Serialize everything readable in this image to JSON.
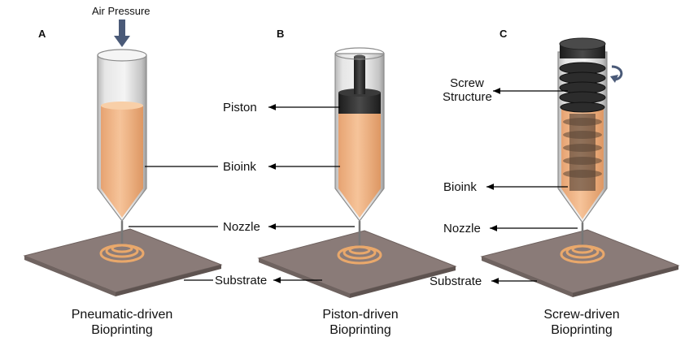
{
  "panels": [
    "A",
    "B",
    "C"
  ],
  "air_pressure": "Air Pressure",
  "labels": {
    "piston": "Piston",
    "screw_line1": "Screw",
    "screw_line2": "Structure",
    "bioink": "Bioink",
    "nozzle": "Nozzle",
    "substrate": "Substrate"
  },
  "captions": [
    {
      "line1": "Pneumatic-driven",
      "line2": "Bioprinting"
    },
    {
      "line1": "Piston-driven",
      "line2": "Bioprinting"
    },
    {
      "line1": "Screw-driven",
      "line2": "Bioprinting"
    }
  ],
  "colors": {
    "bioink": "#f2b07a",
    "substrate": "#8a7b78",
    "piston": "#2b2b2b",
    "arrow": "#4a5a78"
  }
}
